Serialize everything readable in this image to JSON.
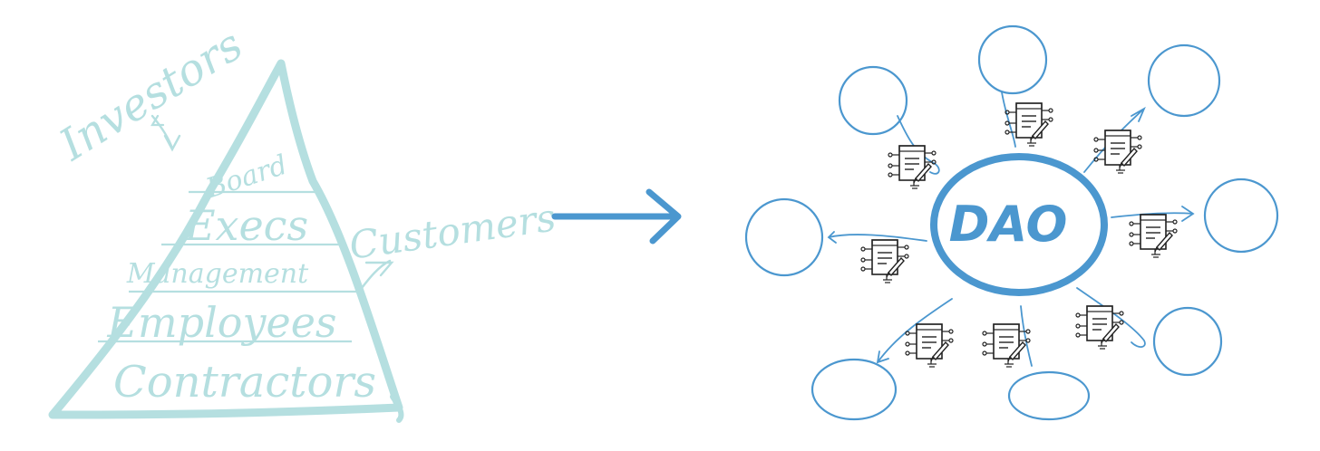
{
  "colors": {
    "pyramid": "#b5dfe0",
    "blue": "#4b97cf",
    "ink": "#222222"
  },
  "pyramid": {
    "outside_labels": {
      "top": "Investors",
      "side": "Customers"
    },
    "tiers": [
      "Board",
      "Execs",
      "Management",
      "Employees",
      "Contractors"
    ]
  },
  "dao": {
    "center_label": "DAO",
    "nodes": [
      "node-top-left",
      "node-top",
      "node-top-right",
      "node-left",
      "node-right",
      "node-bottom-left",
      "node-bottom",
      "node-bottom-right"
    ],
    "contract_icon": "smart-contract-icon"
  }
}
